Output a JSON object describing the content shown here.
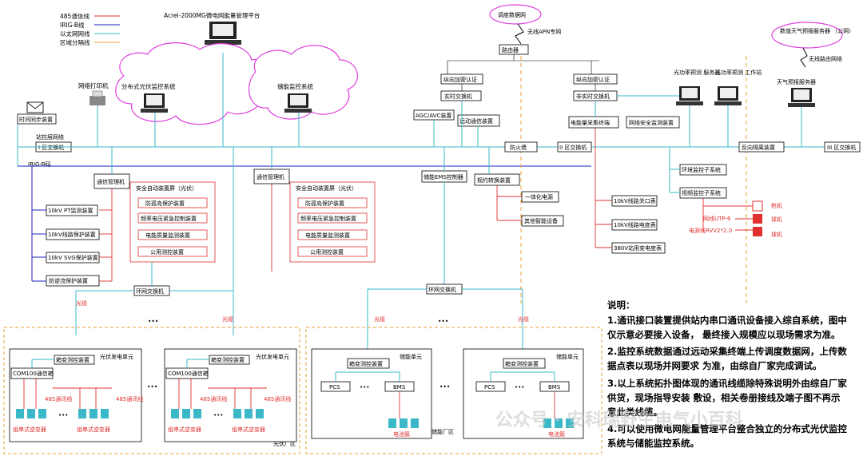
{
  "legend": [
    {
      "label": "485通信线",
      "color": "#e03030"
    },
    {
      "label": "IRIG-B线",
      "color": "#2020c0"
    },
    {
      "label": "以太网网线",
      "color": "#3ab8c8"
    },
    {
      "label": "区域分隔线",
      "color": "#e8a030"
    }
  ],
  "platform": "Acrel-2000MG微电网能量管理平台",
  "dispatch": {
    "cloud": "调度数据网",
    "apn": "无线APN专网",
    "router": "路由器"
  },
  "weather": {
    "cloud": "数值天气预报服务器\n（公网）",
    "router": "无线路由网络",
    "server": "天气预报服务器"
  },
  "forecast": {
    "server": "光功率预测\n服务器",
    "workstation": "光功率预测\n工作站"
  },
  "left": {
    "printer": "网络打印机",
    "pv_monitor": "分布式光伏监控系统",
    "storage_monitor": "储能监控系统",
    "time_sync": "时间同步装置",
    "station_net": "站控层网络",
    "switch1": "I 区交换机",
    "irig": "IRIG-B码"
  },
  "center": {
    "auth1": "纵向加密认证",
    "rt_switch": "实时交换机",
    "agc": "AGC/AVC装置",
    "remote": "远动通信装置",
    "firewall": "防火墙",
    "auth2": "纵向加密认证",
    "nrt_switch": "非实时交换机",
    "energy_term": "电能量采集终端",
    "netsec": "网络安全监测装置",
    "switch2": "II 区交换机",
    "isolation": "反向隔离装置",
    "switch3": "III 区交换机"
  },
  "comm_mgr": "通信管理机",
  "safety_panel": {
    "title": "安全自动装置屏（光伏）",
    "items": [
      "防孤岛保护装置",
      "频率电压紧急控制装置",
      "电能质量监测装置",
      "公用测控装置"
    ]
  },
  "left_devices": [
    "10kV PT监测装置",
    "10kV线路保护装置",
    "10kV SVG保护装置",
    "防逆流保护装置"
  ],
  "ems": "储能EMS控制器",
  "protocol": {
    "label": "规约转换装置",
    "items": [
      "一体化电源",
      "其他智能设备"
    ]
  },
  "meters": [
    "10kV线路关口表",
    "10kV线路电度表",
    "380V站用变电度表"
  ],
  "env": {
    "env_monitor": "环境监控子系统",
    "video": "视频监控子系统",
    "cable1": "网线UTP-6",
    "cable2": "电源线RVV2*2.0",
    "cam1": "枪机",
    "cam2": "球机",
    "cam3": "球机"
  },
  "ring_switch": "环网交换机",
  "fiber": "光缆",
  "pv_unit": {
    "title": "光伏发电单元",
    "box": "箱变测控装置",
    "com": "COM100通信箱",
    "r485": "485通讯线",
    "inv": "组串式逆变器",
    "area": "光伏厂区"
  },
  "storage_unit": {
    "title": "储能单元",
    "box": "箱变测控装置",
    "pcs": "PCS",
    "bms": "BMS",
    "battery": "电池簇",
    "area": "储能厂区"
  },
  "dots": "•••",
  "notes": {
    "title": "说明：",
    "lines": [
      "1.通讯接口装置提供站内串口通讯设备接入综自系统，图中",
      "仅示意必要接入设备， 最终接入规模应以现场需求为准。",
      "2.监控系统数据通过远动采集终端上传调度数据网，上传数",
      "据点表以现场并网要求 为准，由综自厂家完成调试。",
      "3.以上系统拓扑图体现的通讯线缆除特殊说明外由综自厂家",
      "供货，现场指导安装 敷设，相关卷册接线及端子图不再示",
      "意此类线缆。",
      "4.可以使用微电网能量管理平台整合独立的分布式光伏监控",
      "系统与储能监控系统。"
    ]
  },
  "watermark": "公众号 · 安科瑞野生电气小百科"
}
